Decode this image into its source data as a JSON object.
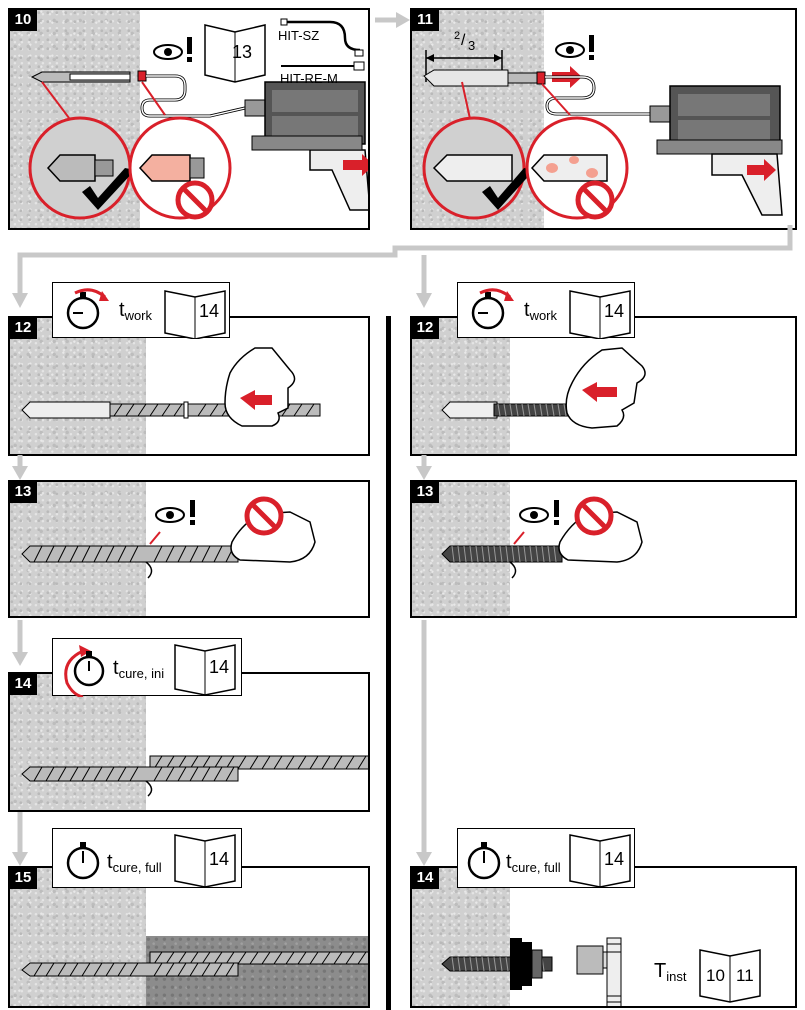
{
  "steps": {
    "s10": {
      "number": "10",
      "manual_page": "13",
      "label_top": "HIT-SZ",
      "label_bottom": "HIT-RE-M"
    },
    "s11": {
      "number": "11",
      "fraction_num": "2",
      "fraction_den": "3"
    },
    "s12_left": {
      "number": "12",
      "time_main": "t",
      "time_sub": "work",
      "manual_page": "14"
    },
    "s12_right": {
      "number": "12",
      "time_main": "t",
      "time_sub": "work",
      "manual_page": "14"
    },
    "s13_left": {
      "number": "13"
    },
    "s13_right": {
      "number": "13"
    },
    "s14_left": {
      "number": "14",
      "time_main": "t",
      "time_sub": "cure, ini",
      "manual_page": "14"
    },
    "s15_left": {
      "number": "15",
      "time_main": "t",
      "time_sub": "cure, full",
      "manual_page": "14"
    },
    "s14_right": {
      "number": "14",
      "time_main": "t",
      "time_sub": "cure, full",
      "manual_page": "14",
      "torque_main": "T",
      "torque_sub": "inst",
      "torque_page_left": "10",
      "torque_page_right": "11"
    }
  },
  "colors": {
    "accent_red": "#d9202a",
    "arrow_gray": "#c8c8c8",
    "concrete": "#d0d0d0"
  },
  "icons": [
    "eye-icon",
    "stopwatch-icon",
    "manual-book-icon",
    "checkmark-icon",
    "prohibited-icon",
    "arrow-icon",
    "hand-icon",
    "rebar-icon",
    "dispenser-gun-icon",
    "threaded-rod-icon"
  ]
}
